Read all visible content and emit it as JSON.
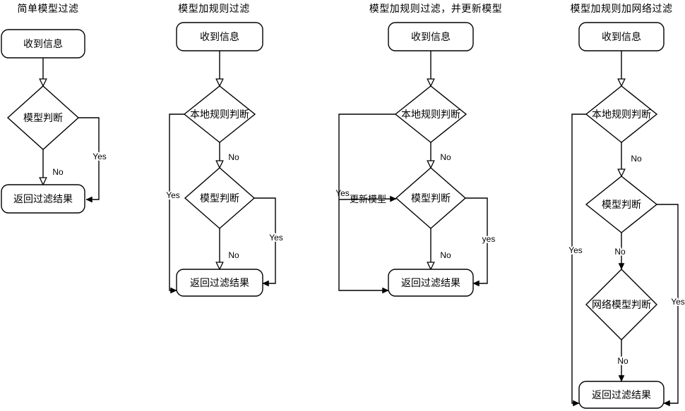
{
  "canvas": {
    "background": "#ffffff",
    "line_color": "#000000",
    "text_color": "#000000"
  },
  "diagrams": [
    {
      "title": "简单模型过滤",
      "nodes": {
        "start": "收到信息",
        "model_check": "模型判断",
        "result": "返回过滤结果"
      },
      "labels": {
        "model_no": "No",
        "model_yes": "Yes"
      }
    },
    {
      "title": "模型加规则过滤",
      "nodes": {
        "start": "收到信息",
        "rule_check": "本地规则判断",
        "model_check": "模型判断",
        "result": "返回过滤结果"
      },
      "labels": {
        "rule_no": "No",
        "rule_yes": "Yes",
        "model_no": "No",
        "model_yes": "Yes"
      }
    },
    {
      "title": "模型加规则过滤，并更新模型",
      "nodes": {
        "start": "收到信息",
        "rule_check": "本地规则判断",
        "model_check": "模型判断",
        "result": "返回过滤结果"
      },
      "labels": {
        "rule_no": "No",
        "rule_yes": "Yes",
        "update_model": "更新模型",
        "model_no": "No",
        "model_yes": "yes"
      }
    },
    {
      "title": "模型加规则加网络过滤",
      "nodes": {
        "start": "收到信息",
        "rule_check": "本地规则判断",
        "model_check": "模型判断",
        "network_check": "网络模型判断",
        "result": "返回过滤结果"
      },
      "labels": {
        "rule_no": "No",
        "rule_yes": "Yes",
        "model_no": "No",
        "model_yes": "Yes",
        "network_no": "No"
      }
    }
  ]
}
